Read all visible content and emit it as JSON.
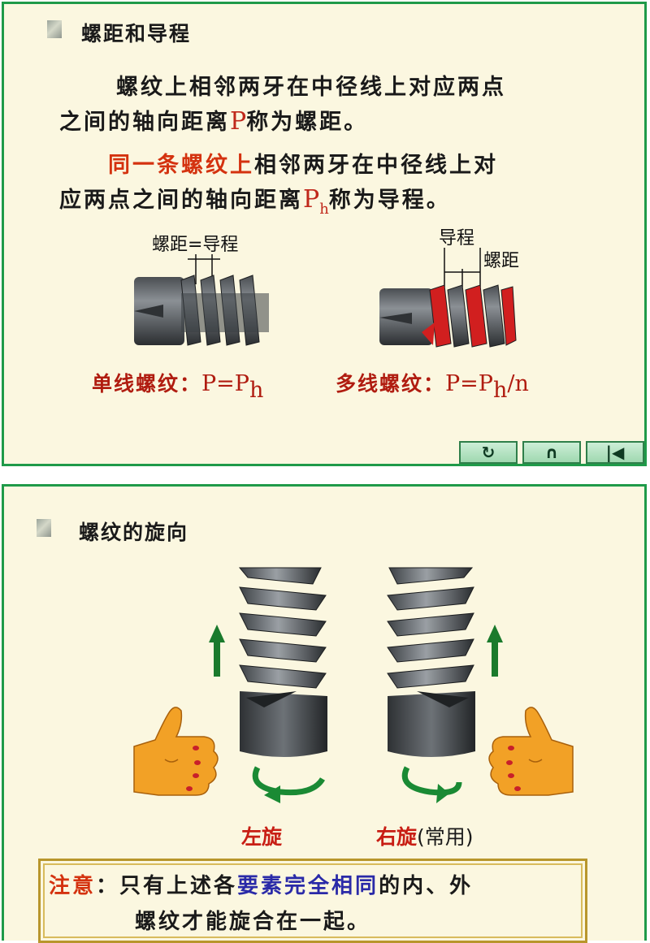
{
  "slide1": {
    "heading": "螺距和导程",
    "para1": {
      "line1": "螺纹上相邻两牙在中径线上对应两点",
      "line2_pre": "之间的轴向距离",
      "line2_symbol": "P",
      "line2_post": "称为螺距。"
    },
    "para2": {
      "line1_highlight": "同一条螺纹上",
      "line1_rest": "相邻两牙在中径线上对",
      "line2_pre": "应两点之间的轴向距离",
      "line2_symbol": "P",
      "line2_subscript": "h",
      "line2_post": "称为导程。"
    },
    "left_label": "螺距=导程",
    "right_label_top": "导程",
    "right_label_side": "螺距",
    "formula_single": {
      "label": "单线螺纹：",
      "expr": "P=P",
      "sub": "h"
    },
    "formula_multi": {
      "label": "多线螺纹：",
      "expr": "P=P",
      "sub": "h",
      "tail": "/n"
    },
    "nav": {
      "back": "↻",
      "return": "∩",
      "first": "|◀"
    }
  },
  "slide2": {
    "heading": "螺纹的旋向",
    "left_caption": "左旋",
    "right_caption": "右旋",
    "right_caption_note": "(常用)",
    "note": {
      "label": "注意",
      "colon": "：",
      "line1_a": "只有上述各",
      "line1_b": "要素完全相同",
      "line1_c": "的内、外",
      "line2": "螺纹才能旋合在一起。"
    }
  },
  "colors": {
    "frame": "#1f9a49",
    "slide_bg": "#fbf7e0",
    "highlight": "#d4320f",
    "thread_red": "#d11f1f",
    "arrow_green": "#1a7a2c",
    "hand_orange": "#f2a126"
  },
  "icons": {
    "hand_left": "thumbs-up-hand-icon",
    "hand_right": "thumbs-up-hand-icon",
    "arrow_up": "arrow-up-icon",
    "rotate": "rotate-arrow-icon"
  }
}
